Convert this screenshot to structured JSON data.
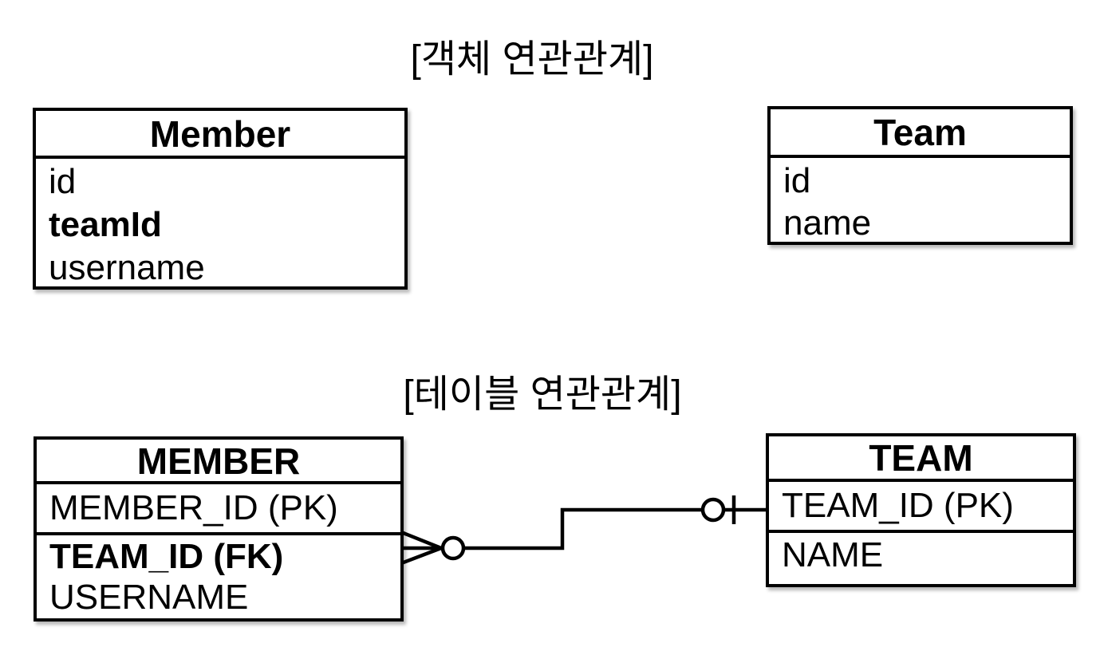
{
  "titles": {
    "object_diagram": "[객체 연관관계]",
    "table_diagram": "[테이블 연관관계]"
  },
  "object_diagram": {
    "member": {
      "title": "Member",
      "fields": [
        {
          "name": "id"
        },
        {
          "name": "teamId"
        },
        {
          "name": "username"
        }
      ]
    },
    "team": {
      "title": "Team",
      "fields": [
        {
          "name": "id"
        },
        {
          "name": "name"
        }
      ]
    }
  },
  "table_diagram": {
    "member": {
      "title": "MEMBER",
      "pk_row": "MEMBER_ID (PK)",
      "fields": [
        {
          "name": "TEAM_ID (FK)"
        },
        {
          "name": "USERNAME"
        }
      ]
    },
    "team": {
      "title": "TEAM",
      "pk_row": "TEAM_ID (PK)",
      "fields": [
        {
          "name": "NAME"
        }
      ]
    },
    "relationship": {
      "member_end": "zero-or-many",
      "team_end": "zero-or-one"
    }
  },
  "colors": {
    "line": "#000000",
    "background": "#ffffff",
    "text": "#000000"
  }
}
